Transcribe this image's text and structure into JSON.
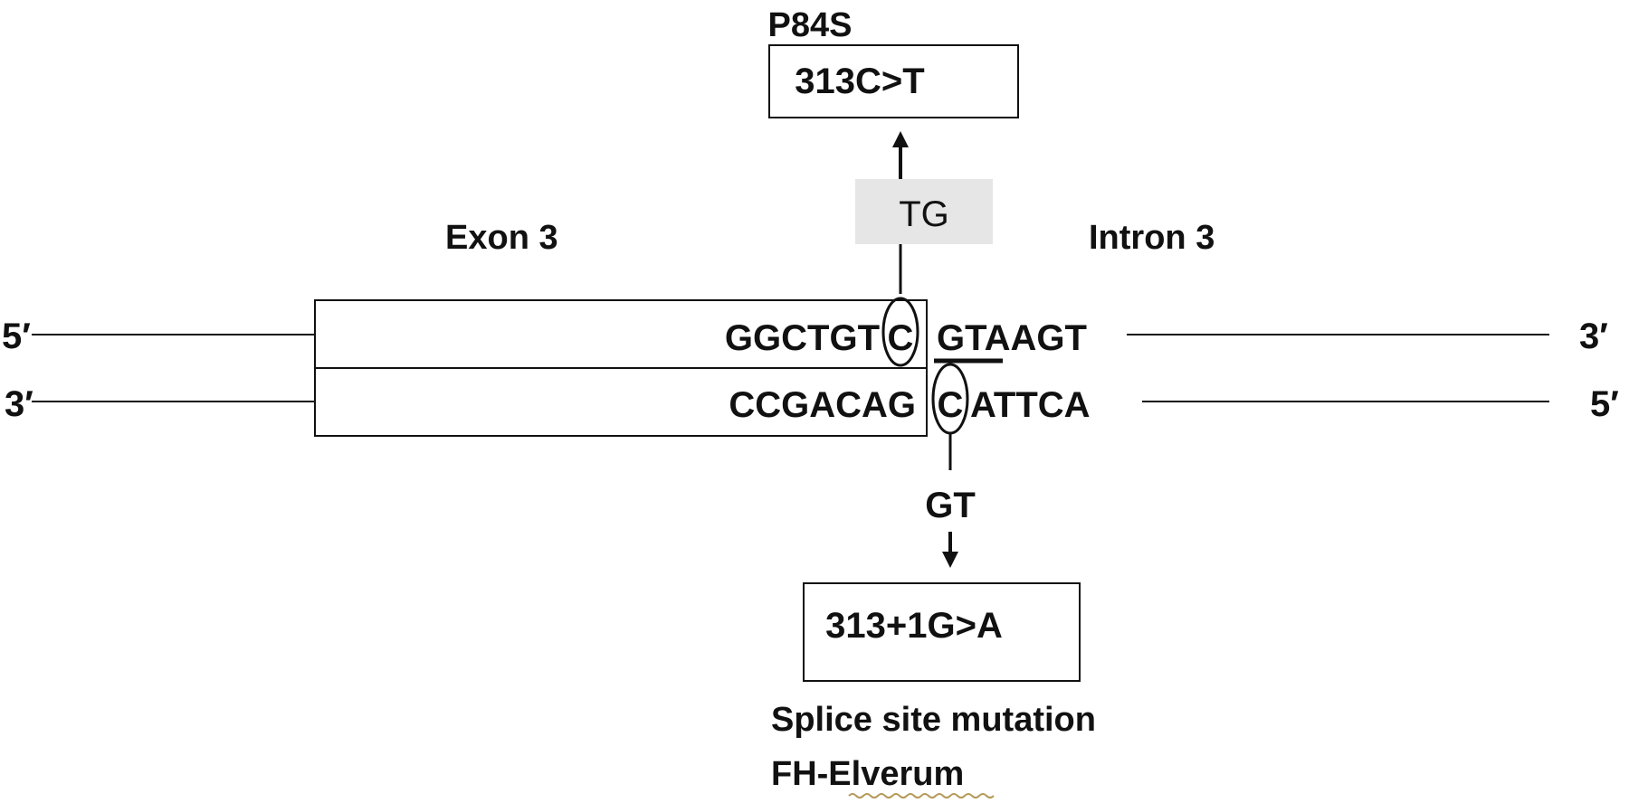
{
  "mutation_top": {
    "protein": "P84S",
    "cdna": "313C>T",
    "change": "TG"
  },
  "mutation_bottom": {
    "cdna": "313+1G>A",
    "change": "GT",
    "caption_line1": "Splice site mutation",
    "caption_line2": "FH-Elverum"
  },
  "regions": {
    "exon": "Exon 3",
    "intron": "Intron 3"
  },
  "strands": {
    "top_left_end": "5′",
    "top_right_end": "3′",
    "bottom_left_end": "3′",
    "bottom_right_end": "5′",
    "top_exon_prefix": "GGCTGT",
    "top_exon_mutated": "C",
    "top_intron_underlined": "GT",
    "top_intron_rest": "AAGT",
    "bottom_exon": "CCGACAG",
    "bottom_intron_mutated": "C",
    "bottom_intron_rest": "ATTCA"
  },
  "colors": {
    "ink": "#111111",
    "tg_box_fill": "#e6e6e6",
    "squiggle": "#b59a5a"
  }
}
